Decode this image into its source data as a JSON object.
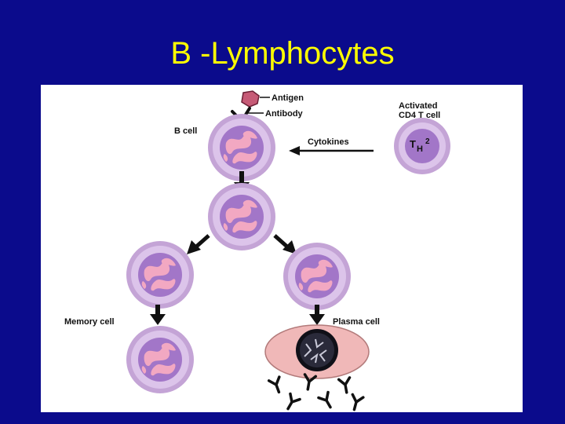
{
  "title": "B -Lymphocytes",
  "labels": {
    "antigen": "Antigen",
    "antibody": "Antibody",
    "b_cell": "B cell",
    "cytokines": "Cytokines",
    "activated_line1": "Activated",
    "activated_line2": "CD4 T cell",
    "th_main": "T",
    "th_sub": "H",
    "th_sup": "2",
    "memory_cell": "Memory cell",
    "plasma_cell": "Plasma cell"
  },
  "colors": {
    "background": "#0b0b8c",
    "title": "#ffff00",
    "cell_membrane": "#c4a4d6",
    "cell_fill": "#dcc4ea",
    "nucleus": "#a276c8",
    "chromatin": "#f2a8c2",
    "plasma_cytoplasm": "#f0b8b8",
    "plasma_nucleus": "#101018",
    "antigen": "#c65a76",
    "arrow": "#111111"
  }
}
